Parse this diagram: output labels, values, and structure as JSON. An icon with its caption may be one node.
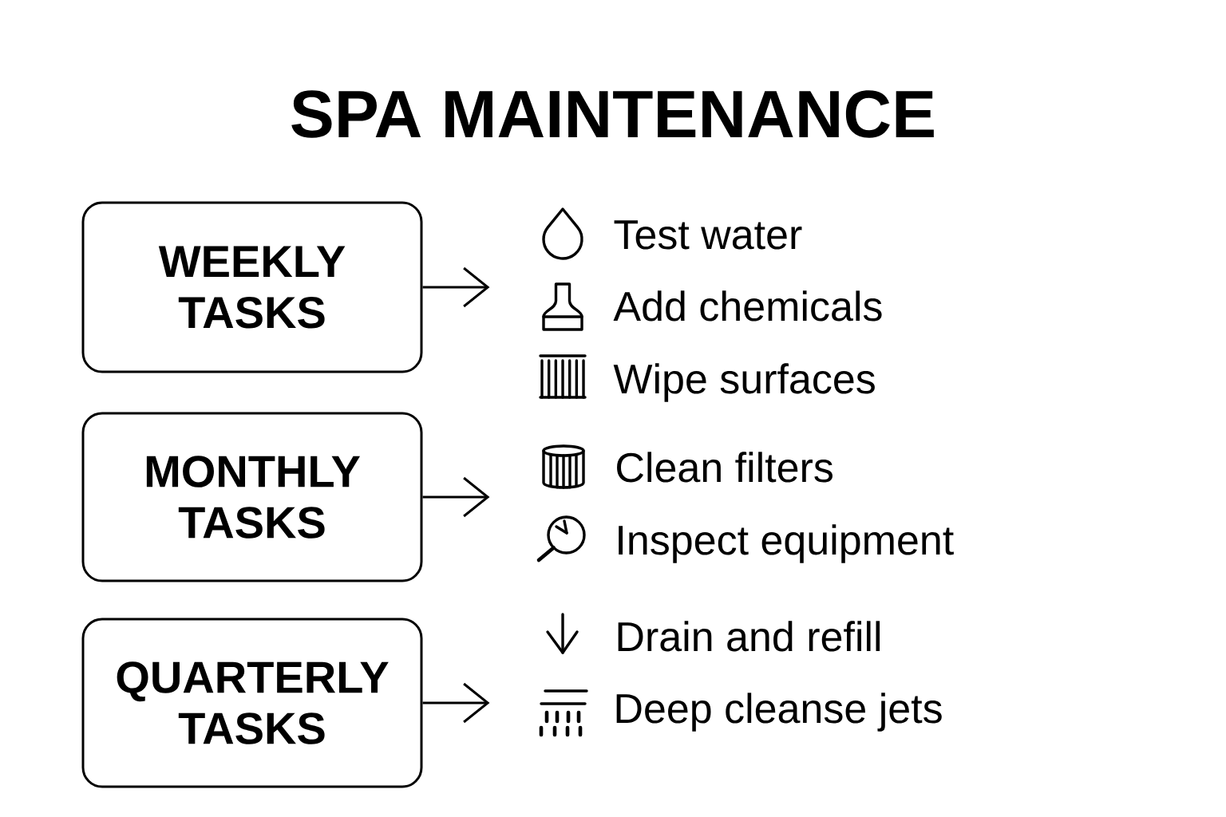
{
  "diagram": {
    "title": "SPA MAINTENANCE",
    "nodes": [
      {
        "text": [
          "WEEKLY TASKS"
        ]
      },
      {
        "text": [
          "MONTHLY TASKS"
        ]
      },
      {
        "text": [
          "QUARTERLY TASKS"
        ]
      }
    ],
    "edges": [
      {
        "from": 0,
        "to": null,
        "arrow": "to"
      },
      {
        "from": 1,
        "to": null,
        "arrow": "to"
      },
      {
        "from": 2,
        "to": null,
        "arrow": "to"
      }
    ],
    "labels": [
      "Test water",
      "Add chemicals",
      "Wipe surfaces",
      "Clean filters",
      "Inspect equipment",
      "Drain and refill",
      "Deep cleanse jets"
    ]
  }
}
